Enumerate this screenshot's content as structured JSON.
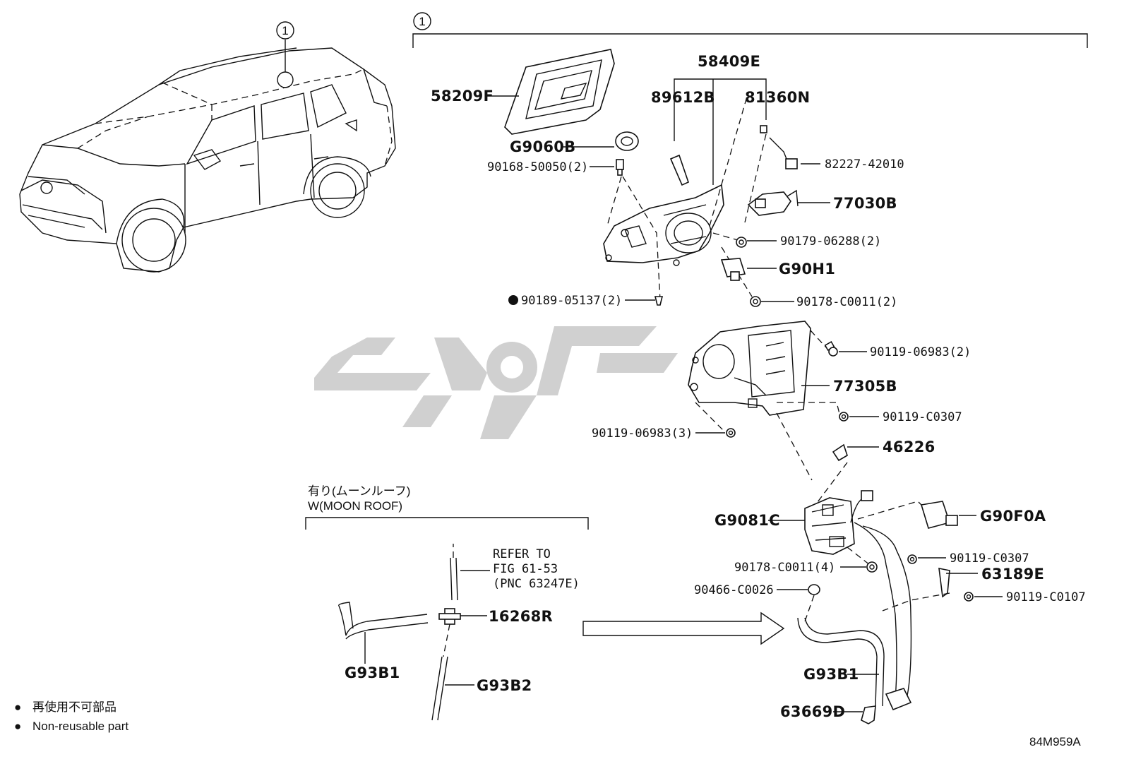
{
  "diagram": {
    "group_marker": "1",
    "variant_label_jp": "有り(ムーンルーフ)",
    "variant_label_en": "W(MOON ROOF)",
    "refer_note": [
      "REFER TO",
      "FIG 61-53",
      "(PNC 63247E)"
    ],
    "legend": [
      {
        "symbol": "●",
        "text": "再使用不可部品"
      },
      {
        "symbol": "●",
        "text": "Non-reusable part"
      }
    ],
    "figure_code": "84M959A",
    "parts": {
      "p58209F": "58209F",
      "p58409E": "58409E",
      "p89612B": "89612B",
      "p81360N": "81360N",
      "pG9060B": "G9060B",
      "p90168": "90168-50050(2)",
      "p82227": "82227-42010",
      "p77030B": "77030B",
      "p90179": "90179-06288(2)",
      "pG90H1": "G90H1",
      "p90189": "90189-05137(2)",
      "p90178a": "90178-C0011(2)",
      "p90119a": "90119-06983(2)",
      "p77305B": "77305B",
      "p90119b": "90119-C0307",
      "p90119c": "90119-06983(3)",
      "p46226": "46226",
      "pG9081C": "G9081C",
      "pG90F0A": "G90F0A",
      "p90119d": "90119-C0307",
      "p90178b": "90178-C0011(4)",
      "p63189E": "63189E",
      "p90466": "90466-C0026",
      "p90119e": "90119-C0107",
      "p16268R": "16268R",
      "pG93B1a": "G93B1",
      "pG93B2": "G93B2",
      "pG93B1b": "G93B1",
      "p63669D": "63669D"
    }
  }
}
